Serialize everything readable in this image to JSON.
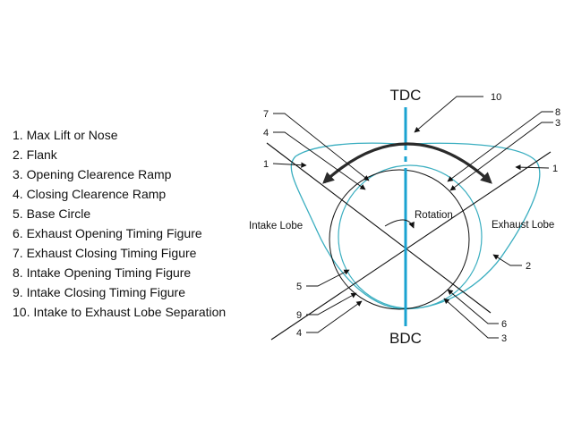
{
  "legend": [
    "1.  Max Lift or Nose",
    "2.  Flank",
    "3. Opening Clearence Ramp",
    "4. Closing Clearence Ramp",
    "5. Base Circle",
    "6. Exhaust Opening Timing Figure",
    "7. Exhaust Closing Timing Figure",
    "8. Intake Opening Timing Figure",
    "9. Intake Closing Timing Figure",
    "10. Intake to Exhaust Lobe Separation"
  ],
  "labels": {
    "tdc": "TDC",
    "bdc": "BDC",
    "rotation": "Rotation",
    "intake_lobe": "Intake Lobe",
    "exhaust_lobe": "Exhaust Lobe"
  },
  "callouts": {
    "c10": "10",
    "c7": "7",
    "c4_top": "4",
    "c1_left": "1",
    "c8": "8",
    "c3_top": "3",
    "c1_right": "1",
    "c2": "2",
    "c5": "5",
    "c9": "9",
    "c4_bottom": "4",
    "c6": "6",
    "c3_bottom": "3"
  },
  "colors": {
    "lobe": "#3aaec0",
    "center_line": "#1aa3d1",
    "arrow": "#222222",
    "line": "#111111"
  }
}
